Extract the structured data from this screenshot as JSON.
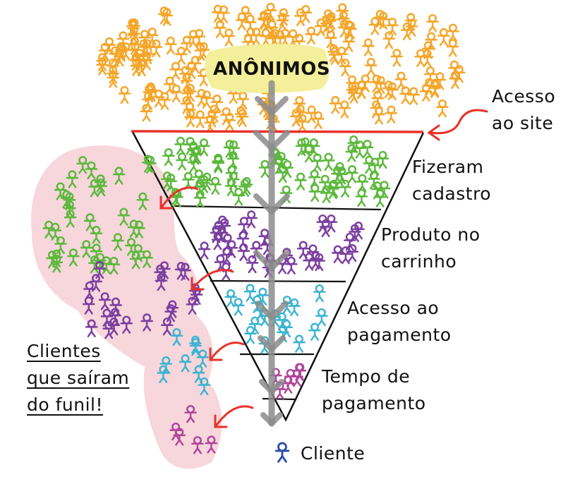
{
  "top_label": "ANÔNIMOS",
  "stages": [
    {
      "id": "acesso-site",
      "lines": [
        "Acesso",
        "ao site"
      ]
    },
    {
      "id": "cadastro",
      "lines": [
        "Fizeram",
        "cadastro"
      ]
    },
    {
      "id": "carrinho",
      "lines": [
        "Produto no",
        "carrinho"
      ]
    },
    {
      "id": "pagamento",
      "lines": [
        "Acesso ao",
        "pagamento"
      ]
    },
    {
      "id": "tempo",
      "lines": [
        "Tempo de",
        "pagamento"
      ]
    }
  ],
  "bottom_label": "Cliente",
  "side_note": [
    "Clientes",
    "que saíram",
    "do funil!"
  ],
  "colors": {
    "anon": "#f4a62a",
    "cadastro": "#5cb83c",
    "carrinho": "#7b3fa0",
    "pagamento": "#3cb4d0",
    "tempo": "#b0449a",
    "cliente": "#2a4fa8",
    "red": "#e8322a",
    "blob": "#f7d6dc",
    "highlight": "#f3ef9a",
    "arrow": "#8c8c8c"
  }
}
